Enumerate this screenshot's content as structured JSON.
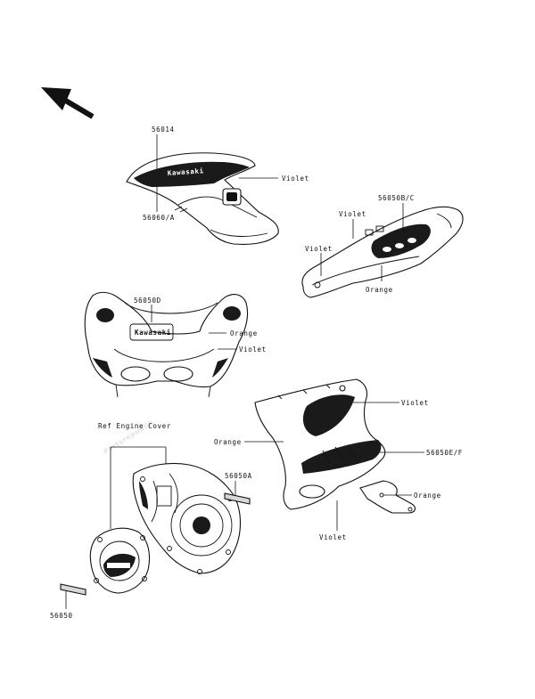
{
  "callouts": {
    "tank_part": "56014",
    "tank_sub_part": "56060/A",
    "tank_color": "Violet",
    "tail_part": "56050B/C",
    "tail_color_top": "Violet",
    "tail_color_left": "Violet",
    "tail_color_bottom": "Orange",
    "nose_part": "56050D",
    "nose_color_orange": "Orange",
    "nose_color_violet": "Violet",
    "side_color_top": "Violet",
    "side_color_left": "Orange",
    "side_part": "56050E/F",
    "side_bracket_color": "Orange",
    "side_color_bottom": "Violet",
    "engine_ref": "Ref Engine Cover",
    "engine_decal_part": "56050A",
    "engine_cover_decal_part": "56050"
  },
  "decal_text": {
    "tank_brand": "Kawasaki",
    "nose_brand": "Kawasaki"
  },
  "watermark": {
    "text": "Partsrepublik"
  }
}
